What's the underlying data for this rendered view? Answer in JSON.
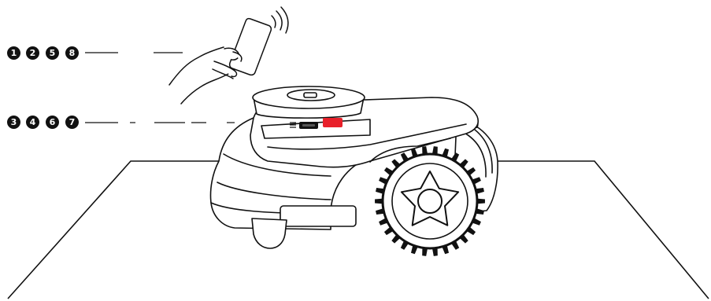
{
  "callouts": {
    "group_phone": [
      "1",
      "2",
      "5",
      "8"
    ],
    "group_mower": [
      "3",
      "4",
      "6",
      "7"
    ]
  },
  "colors": {
    "line": "#111111",
    "stop_button": "#e8202a",
    "background": "#ffffff"
  },
  "icons": [
    "hand-with-phone-icon",
    "wireless-signal-icon",
    "robotic-mower-icon",
    "stop-button-icon",
    "display-icon"
  ]
}
